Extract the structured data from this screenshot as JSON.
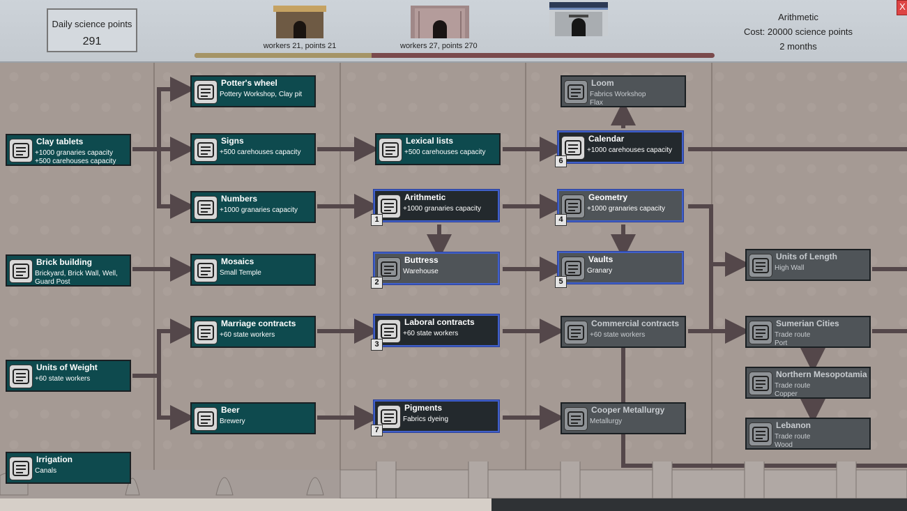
{
  "header": {
    "science_label": "Daily science points",
    "science_value": "291",
    "eras": [
      {
        "caption": "workers 21, points 21"
      },
      {
        "caption": "workers 27, points 270"
      },
      {
        "caption": ""
      }
    ],
    "research": {
      "name": "Arithmetic",
      "cost": "Cost: 20000 science points",
      "time": "2 months"
    },
    "progress_fraction": 0.34,
    "close_label": "X"
  },
  "nodes": [
    {
      "id": "clay",
      "name": "Clay tablets",
      "d1": "+1000 granaries capacity",
      "d2": "+500 carehouses capacity",
      "state": "done",
      "icon": "clay-tablet-icon"
    },
    {
      "id": "brick",
      "name": "Brick building",
      "d1": "Brickyard, Brick Wall, Well,",
      "d2": "Guard Post",
      "state": "done",
      "icon": "brick-icon"
    },
    {
      "id": "weight",
      "name": "Units of Weight",
      "d1": "+60 state workers",
      "d2": "",
      "state": "done",
      "icon": "scales-icon"
    },
    {
      "id": "irrig",
      "name": "Irrigation",
      "d1": "Canals",
      "d2": "",
      "state": "done",
      "icon": "canal-icon"
    },
    {
      "id": "potter",
      "name": "Potter's wheel",
      "d1": "Pottery Workshop, Clay pit",
      "d2": "",
      "state": "done",
      "icon": "pottery-icon"
    },
    {
      "id": "signs",
      "name": "Signs",
      "d1": "+500 carehouses capacity",
      "d2": "",
      "state": "done",
      "icon": "signs-icon"
    },
    {
      "id": "numbers",
      "name": "Numbers",
      "d1": "+1000 granaries capacity",
      "d2": "",
      "state": "done",
      "icon": "numbers-icon"
    },
    {
      "id": "mosaics",
      "name": "Mosaics",
      "d1": "Small Temple",
      "d2": "",
      "state": "done",
      "icon": "mosaic-icon"
    },
    {
      "id": "marriage",
      "name": "Marriage contracts",
      "d1": "+60 state workers",
      "d2": "",
      "state": "done",
      "icon": "contract-icon"
    },
    {
      "id": "beer",
      "name": "Beer",
      "d1": "Brewery",
      "d2": "",
      "state": "done",
      "icon": "beer-icon"
    },
    {
      "id": "lexical",
      "name": "Lexical lists",
      "d1": "+500 carehouses capacity",
      "d2": "",
      "state": "done",
      "icon": "tablet-list-icon"
    },
    {
      "id": "arith",
      "name": "Arithmetic",
      "d1": "+1000 granaries capacity",
      "d2": "",
      "state": "queued",
      "badge": "1",
      "icon": "abacus-icon"
    },
    {
      "id": "buttress",
      "name": "Buttress",
      "d1": "Warehouse",
      "d2": "",
      "state": "queued dim",
      "badge": "2",
      "icon": "buttress-icon"
    },
    {
      "id": "laboral",
      "name": "Laboral contracts",
      "d1": "+60 state workers",
      "d2": "",
      "state": "queued",
      "badge": "3",
      "icon": "contract-icon"
    },
    {
      "id": "pigments",
      "name": "Pigments",
      "d1": "Fabrics dyeing",
      "d2": "",
      "state": "queued",
      "badge": "7",
      "icon": "pigment-icon"
    },
    {
      "id": "loom",
      "name": "Loom",
      "d1": "Fabrics Workshop",
      "d2": "Flax",
      "state": "locked",
      "icon": "loom-icon"
    },
    {
      "id": "calendar",
      "name": "Calendar",
      "d1": "+1000 carehouses capacity",
      "d2": "",
      "state": "queued",
      "badge": "6",
      "icon": "calendar-icon"
    },
    {
      "id": "geometry",
      "name": "Geometry",
      "d1": "+1000 granaries capacity",
      "d2": "",
      "state": "queued dim",
      "badge": "4",
      "icon": "geometry-icon"
    },
    {
      "id": "vaults",
      "name": "Vaults",
      "d1": "Granary",
      "d2": "",
      "state": "queued dim",
      "badge": "5",
      "icon": "vault-icon"
    },
    {
      "id": "commercial",
      "name": "Commercial contracts",
      "d1": "+60 state workers",
      "d2": "",
      "state": "locked",
      "icon": "contract-icon"
    },
    {
      "id": "copper",
      "name": "Cooper Metallurgy",
      "d1": "Metallurgy",
      "d2": "",
      "state": "locked",
      "icon": "anvil-icon"
    },
    {
      "id": "length",
      "name": "Units of Length",
      "d1": "High Wall",
      "d2": "",
      "state": "locked",
      "icon": "ruler-icon"
    },
    {
      "id": "sumerian",
      "name": "Sumerian Cities",
      "d1": "Trade route",
      "d2": "Port",
      "state": "locked",
      "icon": "city-icon"
    },
    {
      "id": "northern",
      "name": "Northern Mesopotamia",
      "d1": "Trade route",
      "d2": "Copper",
      "state": "locked",
      "icon": "ore-icon"
    },
    {
      "id": "lebanon",
      "name": "Lebanon",
      "d1": "Trade route",
      "d2": "Wood",
      "state": "locked",
      "icon": "tree-icon"
    }
  ]
}
